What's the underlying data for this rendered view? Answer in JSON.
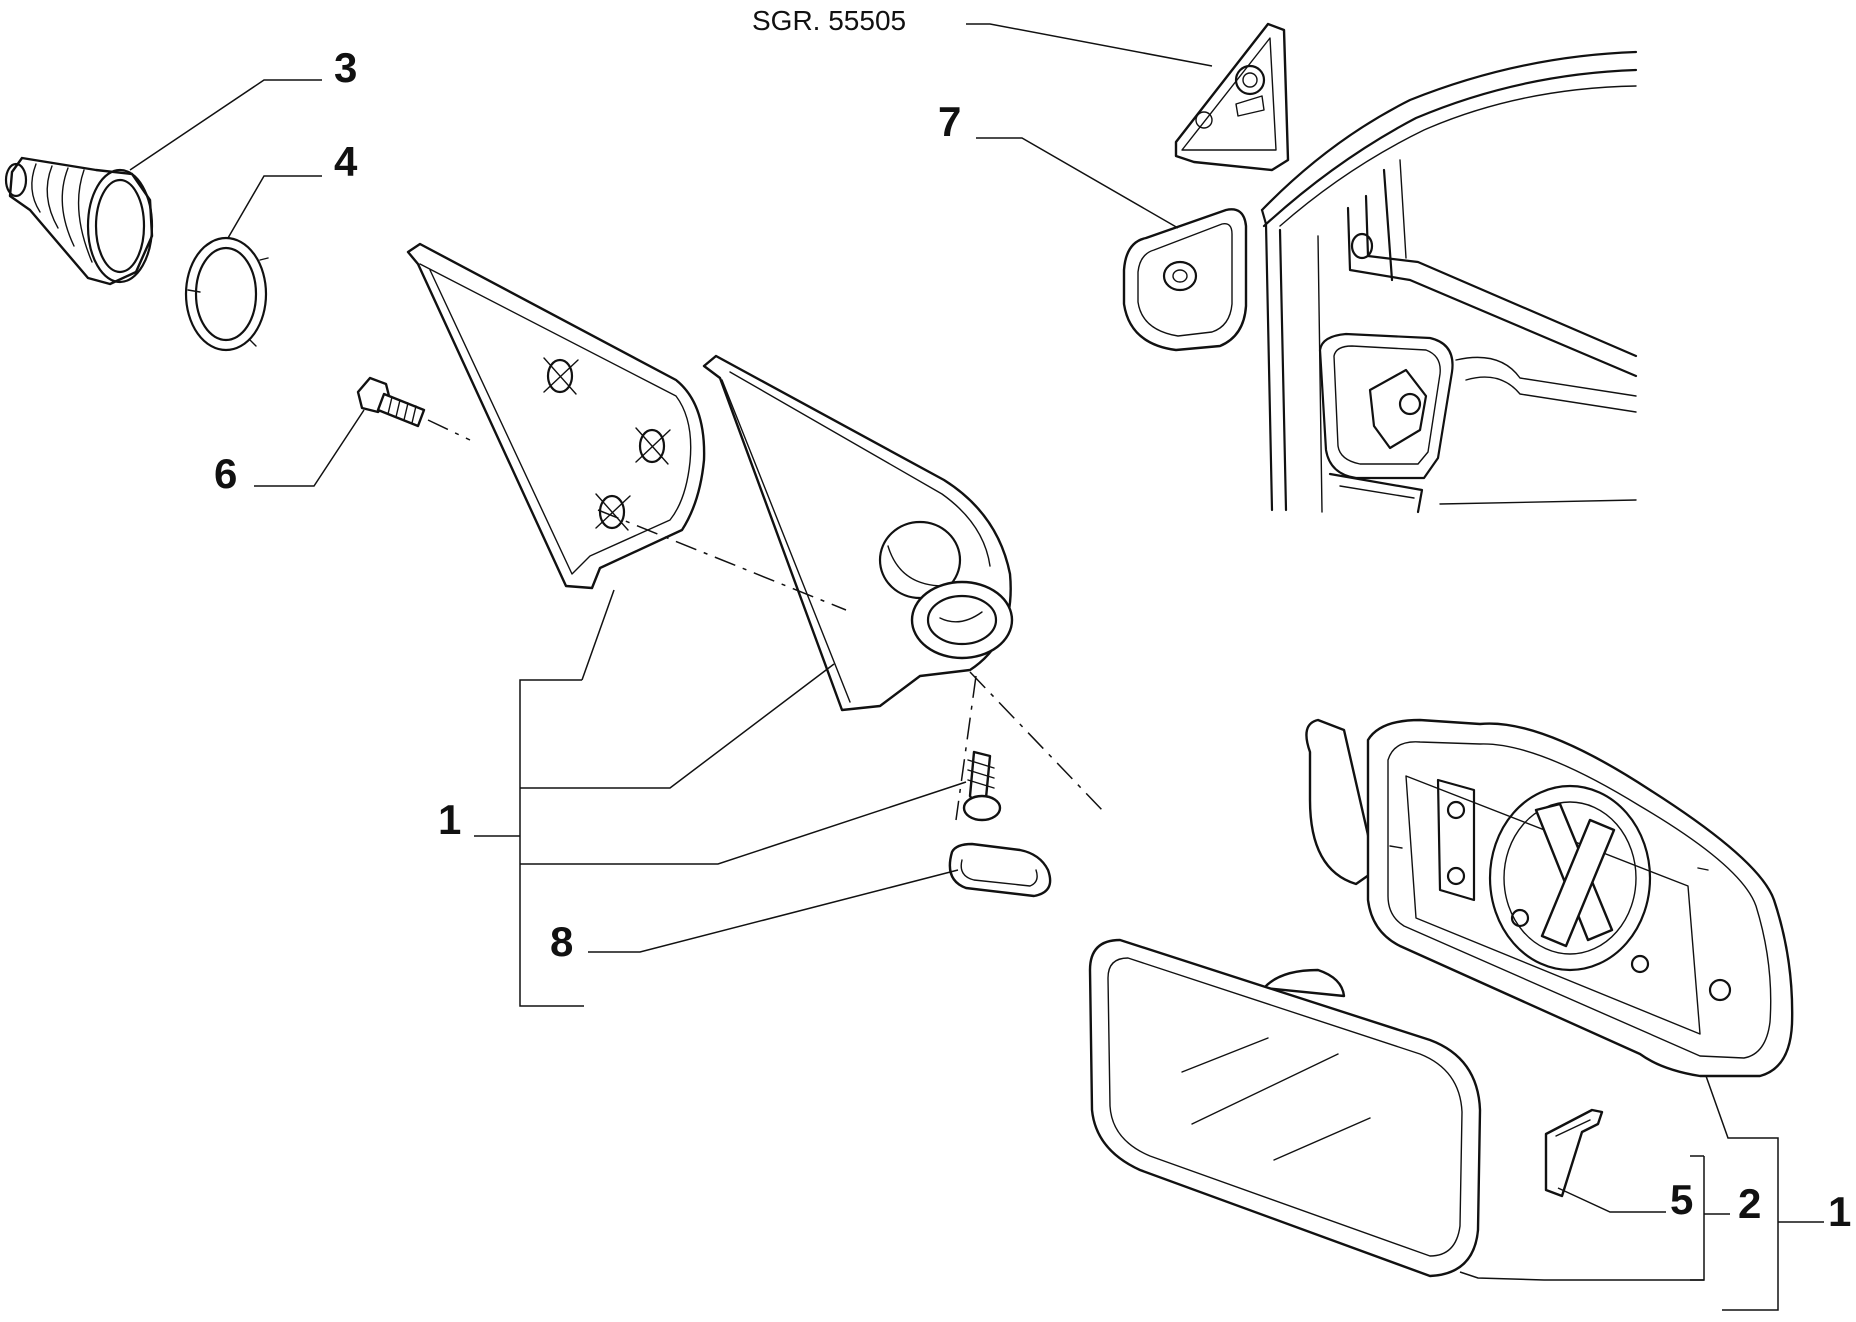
{
  "reference": "SGR. 55505",
  "callouts": {
    "c1_left": "1",
    "c1_right": "1",
    "c2": "2",
    "c3": "3",
    "c4": "4",
    "c5": "5",
    "c6": "6",
    "c7": "7",
    "c8": "8"
  }
}
